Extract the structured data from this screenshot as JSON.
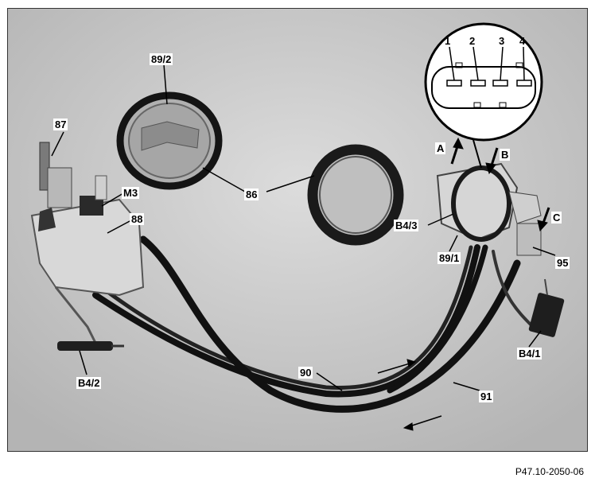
{
  "labels": {
    "l87": "87",
    "l892": "89/2",
    "m3": "M3",
    "l88": "88",
    "l86": "86",
    "b42": "B4/2",
    "l90": "90",
    "l91": "91",
    "b43": "B4/3",
    "l891": "89/1",
    "l95": "95",
    "b41": "B4/1",
    "a": "A",
    "b": "B",
    "c": "C"
  },
  "connector_pins": [
    "1",
    "2",
    "3",
    "4"
  ],
  "figure_code": "P47.10-2050-06"
}
